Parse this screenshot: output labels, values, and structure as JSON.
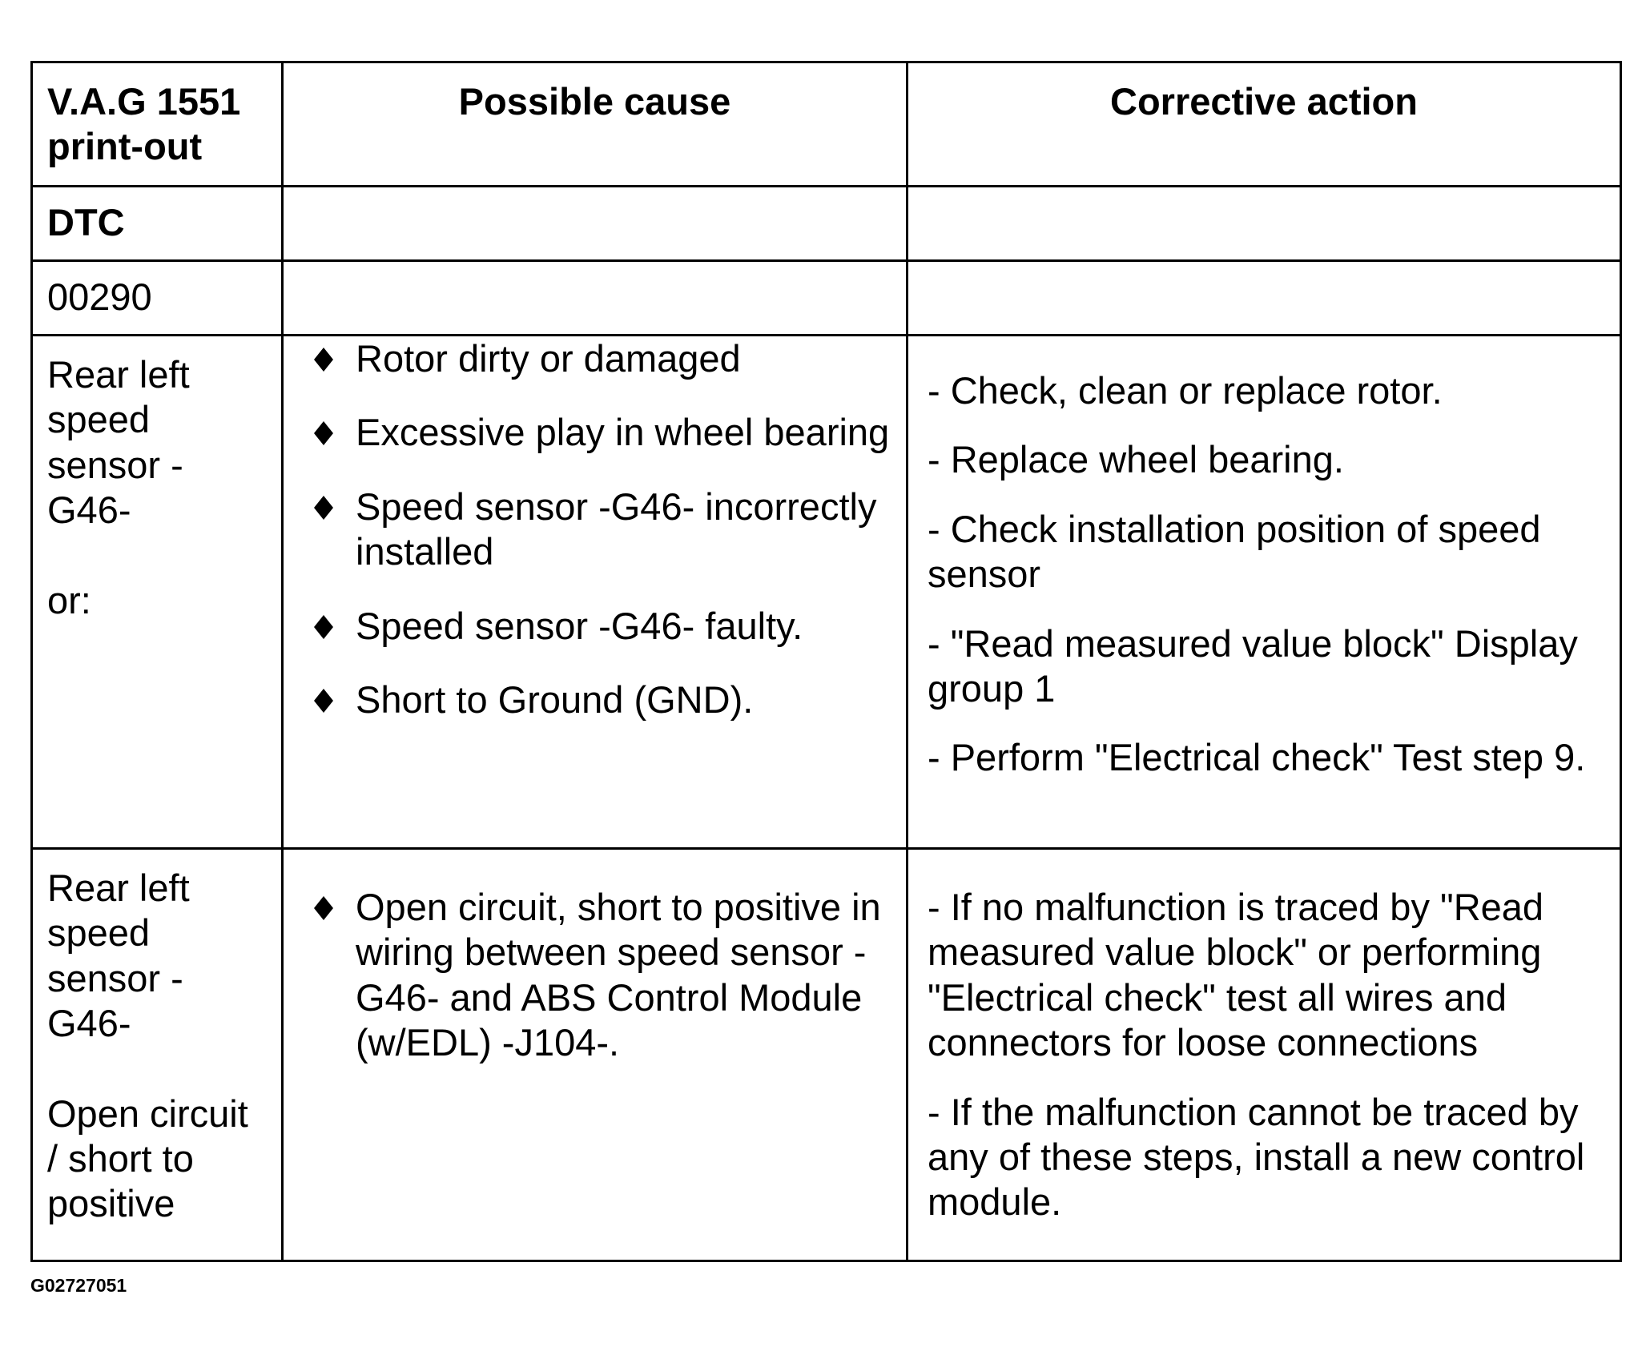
{
  "header": {
    "col1": "V.A.G 1551 print-out",
    "col2": "Possible cause",
    "col3": "Corrective action"
  },
  "dtc_label": "DTC",
  "dtc_code": "00290",
  "rows": [
    {
      "component": "Rear left speed sensor -G46-",
      "condition": "or:",
      "causes": [
        "Rotor dirty or damaged",
        "Excessive play in wheel bearing",
        "Speed sensor -G46- incorrectly installed",
        "Speed sensor -G46- faulty.",
        "Short to Ground (GND)."
      ],
      "actions": [
        "- Check, clean or replace rotor.",
        "- Replace wheel bearing.",
        "- Check installation position of speed sensor",
        "- \"Read measured value block\" Display group 1",
        "- Perform \"Electrical check\" Test step 9."
      ]
    },
    {
      "component": "Rear left speed sensor -G46-",
      "condition": "Open circuit / short to positive",
      "causes": [
        "Open circuit, short to positive in wiring between speed sensor -G46- and ABS Control Module (w/EDL) -J104-."
      ],
      "actions": [
        "- If no malfunction is traced by \"Read measured value block\" or performing \"Electrical check\" test all wires and connectors for loose connections",
        "- If the malfunction cannot be traced by any of these steps, install a new control module."
      ]
    }
  ],
  "footer_code": "G02727051"
}
